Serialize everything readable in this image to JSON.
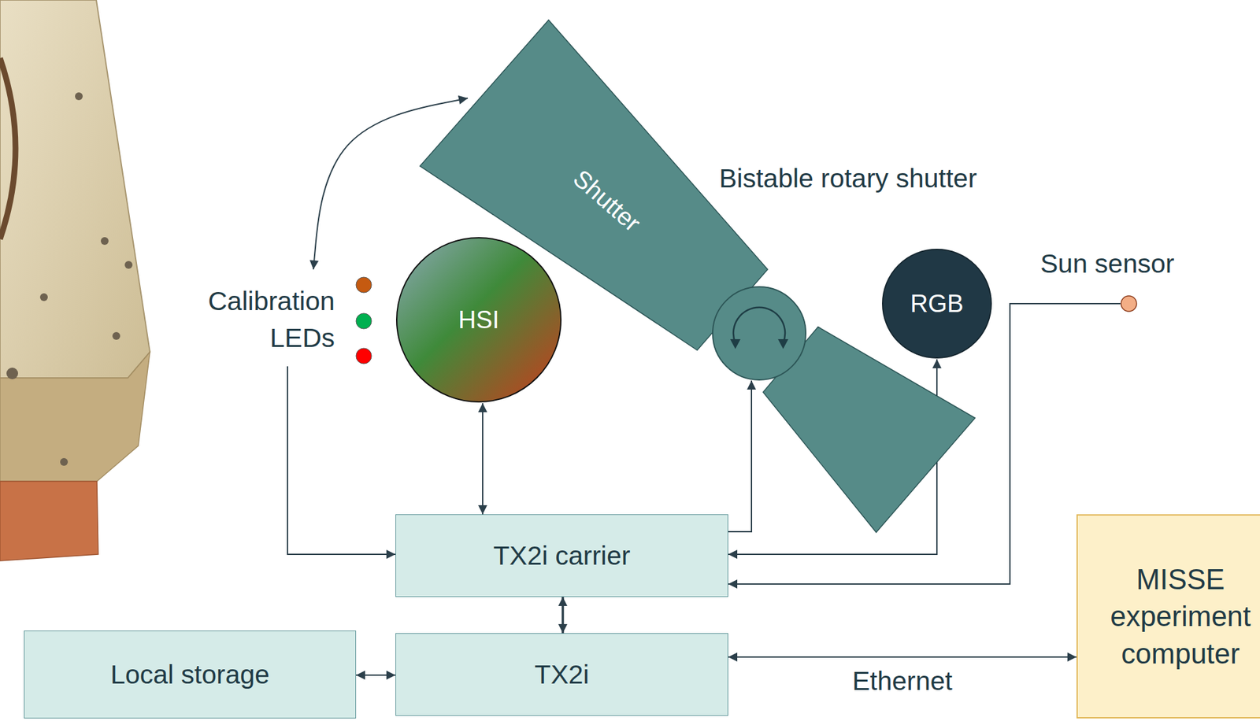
{
  "diagram": {
    "nodes": [
      {
        "text": [
          "Calibration LEDs"
        ]
      },
      {
        "text": [
          "HSI"
        ]
      },
      {
        "text": [
          "Shutter",
          "Bistable rotary shutter"
        ]
      },
      {
        "text": [
          "RGB"
        ]
      },
      {
        "text": [
          "Sun sensor"
        ]
      },
      {
        "text": [
          "TX2i carrier"
        ]
      },
      {
        "text": [
          "Local storage"
        ]
      },
      {
        "text": [
          "TX2i"
        ]
      },
      {
        "text": [
          "MISSE experiment computer"
        ]
      }
    ],
    "edges": [
      {
        "from": 0,
        "to": 2,
        "arrow": "both"
      },
      {
        "from": 0,
        "to": 5,
        "arrow": "to"
      },
      {
        "from": 1,
        "to": 5,
        "arrow": "both"
      },
      {
        "from": 5,
        "to": 2,
        "arrow": "to"
      },
      {
        "from": 3,
        "to": 5,
        "arrow": "both"
      },
      {
        "from": 4,
        "to": 5,
        "arrow": "to"
      },
      {
        "from": 5,
        "to": 7,
        "arrow": "both"
      },
      {
        "from": 6,
        "to": 7,
        "arrow": "both"
      },
      {
        "from": 7,
        "to": 8,
        "label": "Ethernet",
        "arrow": "both"
      }
    ]
  }
}
